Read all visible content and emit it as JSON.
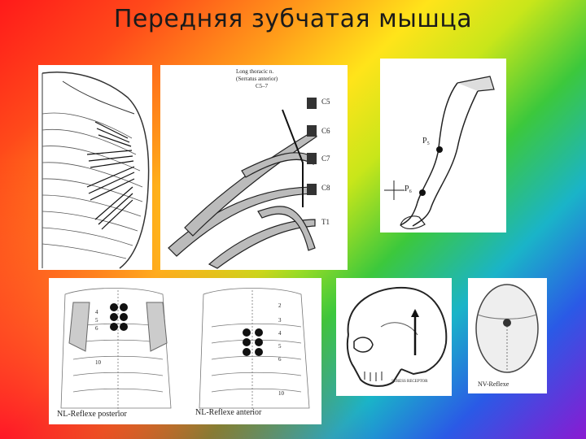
{
  "slide": {
    "title": "Передняя зубчатая мышца"
  },
  "nerve_figure": {
    "caption_line1": "Long thoracic n.",
    "caption_line2": "(Serratus anterior)",
    "caption_line3": "C5–7",
    "roots": [
      "C5",
      "C6",
      "C7",
      "C8",
      "T1"
    ]
  },
  "arm_figure": {
    "point_labels": [
      "P₅",
      "P₆"
    ]
  },
  "reflex_figure": {
    "label_posterior": "NL-Reflexe posterior",
    "label_anterior": "NL-Reflexe anterior",
    "rib_numbers_left": [
      "4",
      "5",
      "6",
      "10"
    ],
    "rib_numbers_right": [
      "2",
      "3",
      "4",
      "5",
      "6",
      "10"
    ]
  },
  "skull_side": {
    "caption": "STRESS RECEPTOR"
  },
  "skull_top": {
    "caption": "NV-Reflexe"
  }
}
